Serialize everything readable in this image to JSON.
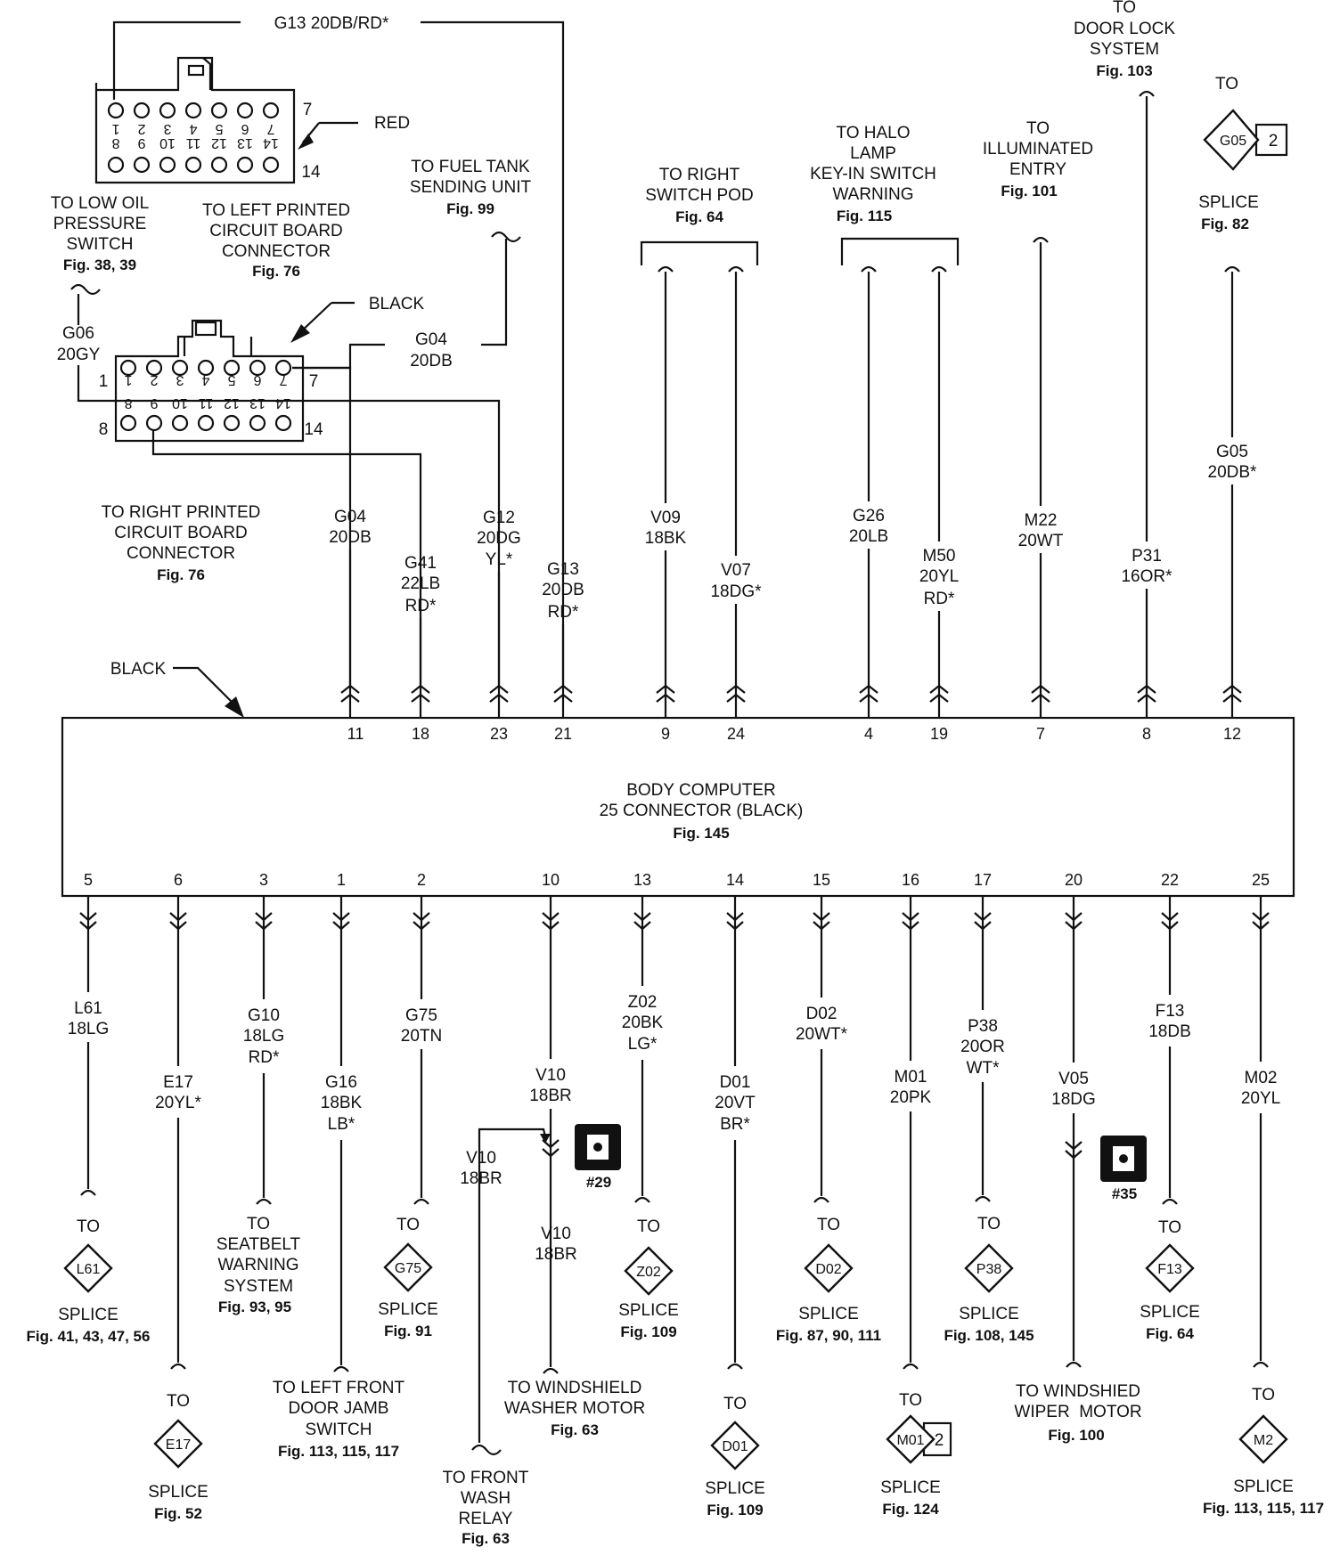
{
  "top_left": {
    "g13_wire_label": "G13 20DB/RD*",
    "red_conn_label": "RED",
    "red_pin_left": "7",
    "red_pin_right": "14",
    "red_top_pins": [
      "1",
      "2",
      "3",
      "4",
      "5",
      "6",
      "7"
    ],
    "red_bottom_pins": [
      "8",
      "9",
      "10",
      "11",
      "12",
      "13",
      "14"
    ],
    "left_pcb": [
      "TO LEFT PRINTED",
      "CIRCUIT BOARD",
      "CONNECTOR",
      "Fig. 76"
    ],
    "low_oil": [
      "TO LOW OIL",
      "PRESSURE",
      "SWITCH",
      "Fig. 38, 39"
    ],
    "g06_wire": [
      "G06",
      "20GY"
    ],
    "black_conn_label": "BLACK",
    "g04_top_wire": [
      "G04",
      "20DB"
    ],
    "fuel_tank": [
      "TO FUEL TANK",
      "SENDING UNIT",
      "Fig. 99"
    ],
    "black_pin_1": "1",
    "black_pin_7": "7",
    "black_pin_8": "8",
    "black_pin_14": "14",
    "black_top_pins": [
      "1",
      "2",
      "3",
      "4",
      "5",
      "6",
      "7"
    ],
    "black_bottom_pins": [
      "8",
      "9",
      "10",
      "11",
      "12",
      "13",
      "14"
    ],
    "right_pcb": [
      "TO RIGHT PRINTED",
      "CIRCUIT BOARD",
      "CONNECTOR",
      "Fig. 76"
    ],
    "black_body_label": "BLACK"
  },
  "top_right": {
    "right_switch_pod": [
      "TO RIGHT",
      "SWITCH POD",
      "Fig. 64"
    ],
    "halo_lamp": [
      "TO HALO",
      "LAMP",
      "KEY-IN SWITCH",
      "WARNING",
      "Fig. 115"
    ],
    "illuminated_entry": [
      "TO",
      "ILLUMINATED",
      "ENTRY",
      "Fig. 101"
    ],
    "door_lock": [
      "TO",
      "DOOR LOCK",
      "SYSTEM",
      "Fig. 103"
    ],
    "g05_splice": {
      "to": "TO",
      "code": "G05",
      "count": "2",
      "label": "SPLICE",
      "fig": "Fig. 82"
    }
  },
  "top_wires": [
    {
      "pin": "11",
      "lines": [
        "G04",
        "20DB"
      ]
    },
    {
      "pin": "18",
      "lines": [
        "G41",
        "22LB",
        "RD*"
      ]
    },
    {
      "pin": "23",
      "lines": [
        "G12",
        "20DG",
        "YL*"
      ]
    },
    {
      "pin": "21",
      "lines": [
        "G13",
        "20DB",
        "RD*"
      ]
    },
    {
      "pin": "9",
      "lines": [
        "V09",
        "18BK"
      ]
    },
    {
      "pin": "24",
      "lines": [
        "V07",
        "18DG*"
      ]
    },
    {
      "pin": "4",
      "lines": [
        "G26",
        "20LB"
      ]
    },
    {
      "pin": "19",
      "lines": [
        "M50",
        "20YL",
        "RD*"
      ]
    },
    {
      "pin": "7",
      "lines": [
        "M22",
        "20WT"
      ]
    },
    {
      "pin": "8",
      "lines": [
        "P31",
        "16OR*"
      ]
    },
    {
      "pin": "12",
      "lines": [
        "G05",
        "20DB*"
      ]
    }
  ],
  "body_computer": [
    "BODY COMPUTER",
    "25 CONNECTOR (BLACK)",
    "Fig. 145"
  ],
  "bottom_wires": [
    {
      "pin": "5",
      "lines": [
        "L61",
        "18LG"
      ]
    },
    {
      "pin": "6",
      "lines": [
        "E17",
        "20YL*"
      ]
    },
    {
      "pin": "3",
      "lines": [
        "G10",
        "18LG",
        "RD*"
      ]
    },
    {
      "pin": "1",
      "lines": [
        "G16",
        "18BK",
        "LB*"
      ]
    },
    {
      "pin": "2",
      "lines": [
        "G75",
        "20TN"
      ]
    },
    {
      "pin": "10",
      "lines": [
        "V10",
        "18BR"
      ]
    },
    {
      "pin": "13",
      "lines": [
        "Z02",
        "20BK",
        "LG*"
      ]
    },
    {
      "pin": "14",
      "lines": [
        "D01",
        "20VT",
        "BR*"
      ]
    },
    {
      "pin": "15",
      "lines": [
        "D02",
        "20WT*"
      ]
    },
    {
      "pin": "16",
      "lines": [
        "M01",
        "20PK"
      ]
    },
    {
      "pin": "17",
      "lines": [
        "P38",
        "20OR",
        "WT*"
      ]
    },
    {
      "pin": "20",
      "lines": [
        "V05",
        "18DG"
      ]
    },
    {
      "pin": "22",
      "lines": [
        "F13",
        "18DB"
      ]
    },
    {
      "pin": "25",
      "lines": [
        "M02",
        "20YL"
      ]
    }
  ],
  "splices": {
    "l61": {
      "to": "TO",
      "code": "L61",
      "label": "SPLICE",
      "fig": "Fig. 41, 43, 47, 56"
    },
    "e17": {
      "to": "TO",
      "code": "E17",
      "label": "SPLICE",
      "fig": "Fig. 52"
    },
    "g75": {
      "to": "TO",
      "code": "G75",
      "label": "SPLICE",
      "fig": "Fig. 91"
    },
    "z02": {
      "to": "TO",
      "code": "Z02",
      "label": "SPLICE",
      "fig": "Fig. 109"
    },
    "d01": {
      "to": "TO",
      "code": "D01",
      "label": "SPLICE",
      "fig": "Fig. 109"
    },
    "d02": {
      "to": "TO",
      "code": "D02",
      "label": "SPLICE",
      "fig": "Fig. 87, 90, 111"
    },
    "m01": {
      "to": "TO",
      "code": "M01",
      "count": "2",
      "label": "SPLICE",
      "fig": "Fig. 124"
    },
    "p38": {
      "to": "TO",
      "code": "P38",
      "label": "SPLICE",
      "fig": "Fig. 108, 145"
    },
    "f13": {
      "to": "TO",
      "code": "F13",
      "label": "SPLICE",
      "fig": "Fig. 64"
    },
    "m02": {
      "to": "TO",
      "code": "M2",
      "label": "SPLICE",
      "fig": "Fig. 113, 115, 117"
    }
  },
  "destinations": {
    "seatbelt": [
      "TO",
      "SEATBELT",
      "WARNING",
      "SYSTEM",
      "Fig. 93, 95"
    ],
    "left_door_jamb": [
      "TO LEFT FRONT",
      "DOOR JAMB",
      "SWITCH",
      "Fig. 113, 115, 117"
    ],
    "front_wash_relay": [
      "TO FRONT",
      "WASH",
      "RELAY",
      "Fig. 63"
    ],
    "washer_motor": [
      "TO WINDSHIELD",
      "WASHER MOTOR",
      "Fig. 63"
    ],
    "wiper_motor": [
      "TO WINDSHIED",
      "WIPER  MOTOR",
      "Fig. 100"
    ]
  },
  "v10_branch": {
    "left": [
      "V10",
      "18BR"
    ],
    "below": [
      "V10",
      "18BR"
    ]
  },
  "connector_29": "#29",
  "connector_35": "#35"
}
